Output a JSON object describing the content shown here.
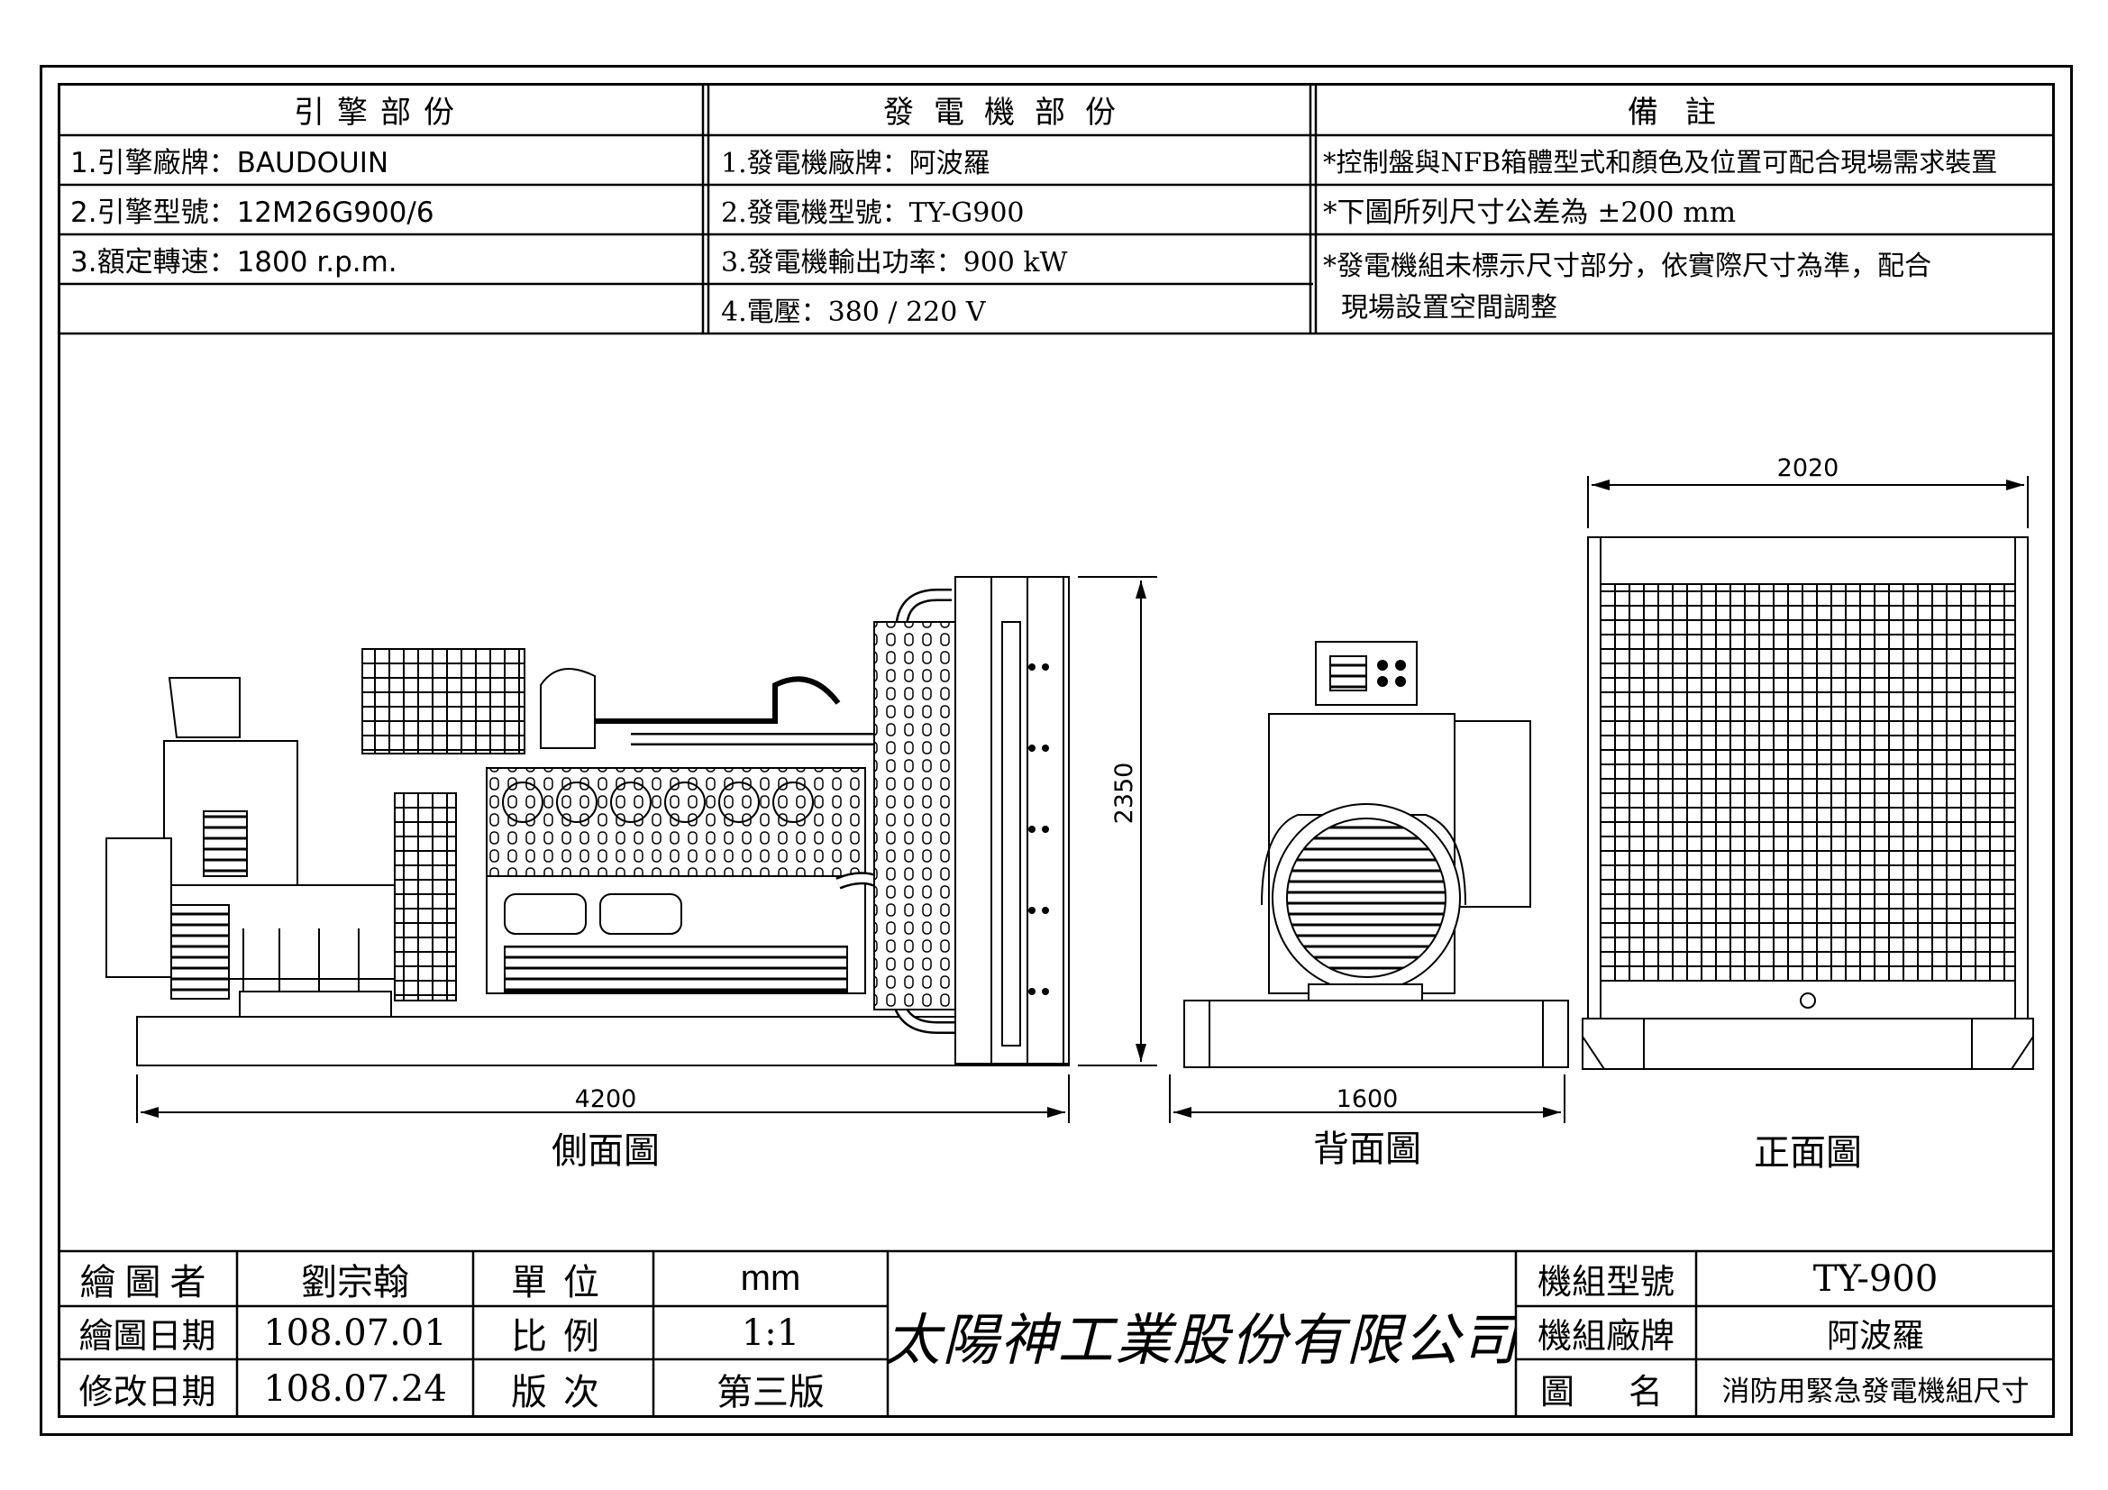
{
  "header": {
    "engine_title": "引擎部份",
    "generator_title": "發電機部份",
    "remarks_title": "備註"
  },
  "engine": {
    "brand": "1.引擎廠牌：BAUDOUIN",
    "model": "2.引擎型號：12M26G900/6",
    "speed": "3.額定轉速：1800 r.p.m."
  },
  "generator": {
    "brand": "1.發電機廠牌：阿波羅",
    "model": "2.發電機型號：TY-G900",
    "power": "3.發電機輸出功率：900 kW",
    "voltage": "4.電壓：380 / 220 V"
  },
  "remarks": {
    "line1": "*控制盤與NFB箱體型式和顏色及位置可配合現場需求裝置",
    "line2": "*下圖所列尺寸公差為 ±200 mm",
    "line3a": "*發電機組未標示尺寸部分，依實際尺寸為準，配合",
    "line3b": "現場設置空間調整"
  },
  "drawing": {
    "side_length": "4200",
    "side_height": "2350",
    "back_width": "1600",
    "front_width": "2020",
    "side_view_label": "側面圖",
    "back_view_label": "背面圖",
    "front_view_label": "正面圖"
  },
  "title_block": {
    "drawn_by_label": "繪圖者",
    "drawn_by": "劉宗翰",
    "unit_label": "單位",
    "unit": "mm",
    "draw_date_label": "繪圖日期",
    "draw_date": "108.07.01",
    "scale_label": "比例",
    "scale": "1:1",
    "revise_date_label": "修改日期",
    "revise_date": "108.07.24",
    "version_label": "版次",
    "version": "第三版",
    "company": "太陽神工業股份有限公司",
    "set_model_label": "機組型號",
    "set_model": "TY-900",
    "set_brand_label": "機組廠牌",
    "set_brand": "阿波羅",
    "drawing_name_label": "圖名",
    "drawing_name": "消防用緊急發電機組尺寸"
  }
}
